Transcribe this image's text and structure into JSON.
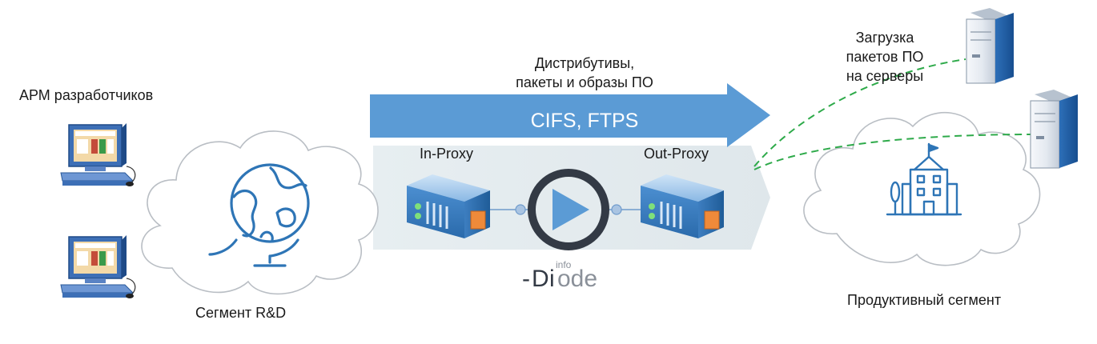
{
  "labels": {
    "arm": "АРМ разработчиков",
    "rnd_segment": "Сегмент R&D",
    "distributives_line1": "Дистрибутивы,",
    "distributives_line2": "пакеты и образы ПО",
    "protocol": "CIFS, FTPS",
    "in_proxy": "In-Proxy",
    "out_proxy": "Out-Proxy",
    "upload_line1": "Загрузка",
    "upload_line2": "пакетов ПО",
    "upload_line3": "на серверы",
    "prod_segment": "Продуктивный сегмент"
  },
  "brand": {
    "prefix": "-",
    "d": "D",
    "i": "i",
    "ode": "ode",
    "superscript": "info"
  },
  "colors": {
    "arrow_blue": "#5b9bd5",
    "band_gray": "#e4ebee",
    "icon_blue": "#2e75b6",
    "link_green": "#2eaa4a",
    "cloud_stroke": "#b9bec4"
  }
}
